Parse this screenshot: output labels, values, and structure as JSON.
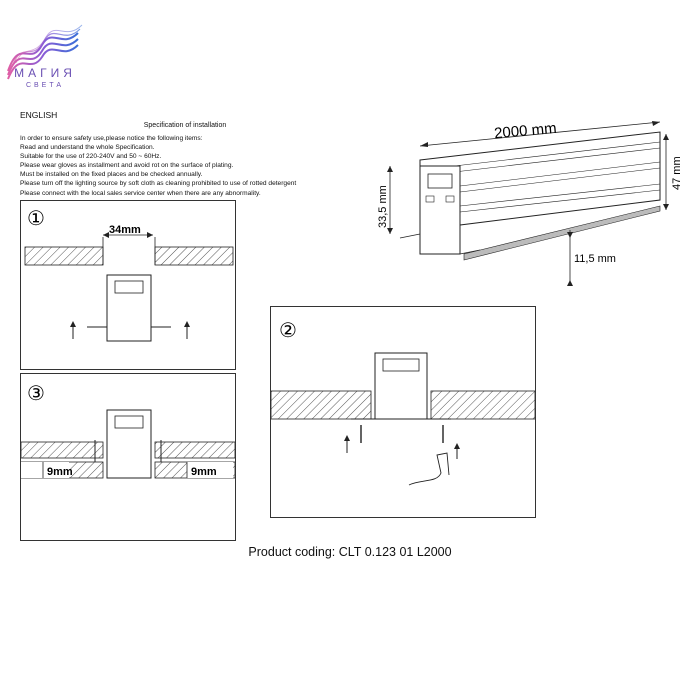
{
  "brand": {
    "name": "МАГИЯ",
    "tagline": "СВЕТА"
  },
  "spec": {
    "language": "ENGLISH",
    "title": "Specification of installation",
    "lines": [
      "In order to ensure safety use,please notice the following items:",
      "Read and understand the whole Specification.",
      "Suitable for the use of 220-240V and 50 ~ 60Hz.",
      "Please wear gloves as installment and avoid rot on the surface of plating.",
      "Must be installed on the fixed places and be checked annually.",
      "Please turn off the lighting source by soft cloth as cleaning prohibited to use of rotted detergent",
      "Please connect with the local sales service center when there are any abnormality."
    ]
  },
  "dimensions": {
    "length": "2000 mm",
    "height": "47 mm",
    "inner_height": "33,5 mm",
    "base": "11,5 mm"
  },
  "steps": [
    {
      "number": "①",
      "label": "34mm"
    },
    {
      "number": "②"
    },
    {
      "number": "③",
      "label_left": "9mm",
      "label_right": "9mm"
    }
  ],
  "product_coding": "Product coding: CLT 0.123 01 L2000",
  "colors": {
    "logo_start": "#e05fa6",
    "logo_end": "#3a6fd8",
    "hatch": "#555555",
    "line": "#222222"
  }
}
